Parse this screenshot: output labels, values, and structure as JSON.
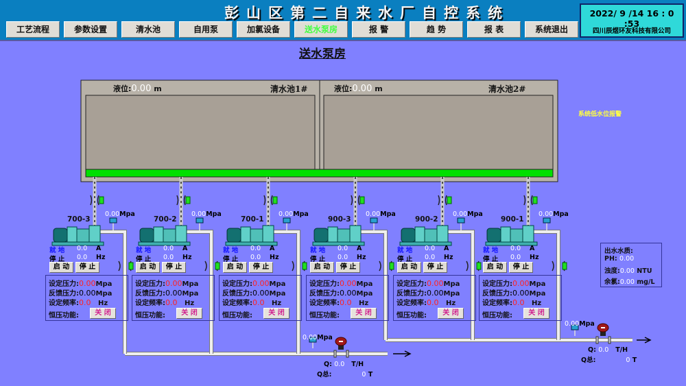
{
  "header": {
    "title": "彭山区第二自来水厂自控系统",
    "datetime": "2022/ 9 /14  16 : 0 :53",
    "company": "四川辰煜环友科技有限公司"
  },
  "nav": [
    {
      "label": "工艺流程"
    },
    {
      "label": "参数设置"
    },
    {
      "label": "清水池"
    },
    {
      "label": "自用泵"
    },
    {
      "label": "加氯设备"
    },
    {
      "label": "送水泵房",
      "active": true
    },
    {
      "label": "报 警"
    },
    {
      "label": "趋 势"
    },
    {
      "label": "报 表"
    },
    {
      "label": "系统退出"
    }
  ],
  "page_title": "送水泵房",
  "tanks": [
    {
      "name": "清水池1#",
      "level_label": "液位:",
      "level": "0.00",
      "unit": "m"
    },
    {
      "name": "清水池2#",
      "level_label": "液位:",
      "level": "0.00",
      "unit": "m"
    }
  ],
  "alarm_text": "系统低水位报警",
  "labels": {
    "local": "就 地",
    "stop_state": "停 止",
    "amp": "A",
    "hz": "Hz",
    "start_btn": "启 动",
    "stop_btn": "停 止",
    "set_p": "设定压力:",
    "fb_p": "反馈压力:",
    "set_f": "设定频率:",
    "const_p": "恒压功能:",
    "mpa": "Mpa",
    "off": "关 闭"
  },
  "pumps": [
    {
      "name": "700-3",
      "pressure": "0.00",
      "current": "0.0",
      "freq": "0.0",
      "set_pressure": "0.00",
      "feedback_pressure": "0.00",
      "set_freq": "0.0"
    },
    {
      "name": "700-2",
      "pressure": "0.00",
      "current": "0.0",
      "freq": "0.0",
      "set_pressure": "0.00",
      "feedback_pressure": "0.00",
      "set_freq": "0.0"
    },
    {
      "name": "700-1",
      "pressure": "0.00",
      "current": "0.0",
      "freq": "0.0",
      "set_pressure": "0.00",
      "feedback_pressure": "0.00",
      "set_freq": "0.0"
    },
    {
      "name": "900-3",
      "pressure": "0.00",
      "current": "0.0",
      "freq": "0.0",
      "set_pressure": "0.00",
      "feedback_pressure": "0.00",
      "set_freq": "0.0"
    },
    {
      "name": "900-2",
      "pressure": "0.00",
      "current": "0.0",
      "freq": "0.0",
      "set_pressure": "0.00",
      "feedback_pressure": "0.00",
      "set_freq": "0.0"
    },
    {
      "name": "900-1",
      "pressure": "0.00",
      "current": "0.0",
      "freq": "0.0",
      "set_pressure": "0.00",
      "feedback_pressure": "0.00",
      "set_freq": "0.0"
    }
  ],
  "mains": [
    {
      "pressure": "0.00",
      "unit": "Mpa",
      "q_label": "Q:",
      "q": "0.0",
      "q_unit": "T/H",
      "total_label": "Q总:",
      "total": "0",
      "total_unit": "T"
    },
    {
      "pressure": "0.00",
      "unit": "Mpa",
      "q_label": "Q:",
      "q": "0.0",
      "q_unit": "T/H",
      "total_label": "Q总:",
      "total": "0",
      "total_unit": "T"
    }
  ],
  "water_quality": {
    "title": "出水水质:",
    "ph_label": "PH:",
    "ph": "0.00",
    "turb_label": "浊度:",
    "turb": "0.00",
    "turb_unit": "NTU",
    "cl_label": "余氯:",
    "cl": "0.00",
    "cl_unit": "mg/L"
  },
  "colors": {
    "background": "#8080ff",
    "header": "#0a7fc0",
    "level_bar": "#00e000",
    "alarm": "#ffff40",
    "value_red": "#ff2020"
  }
}
